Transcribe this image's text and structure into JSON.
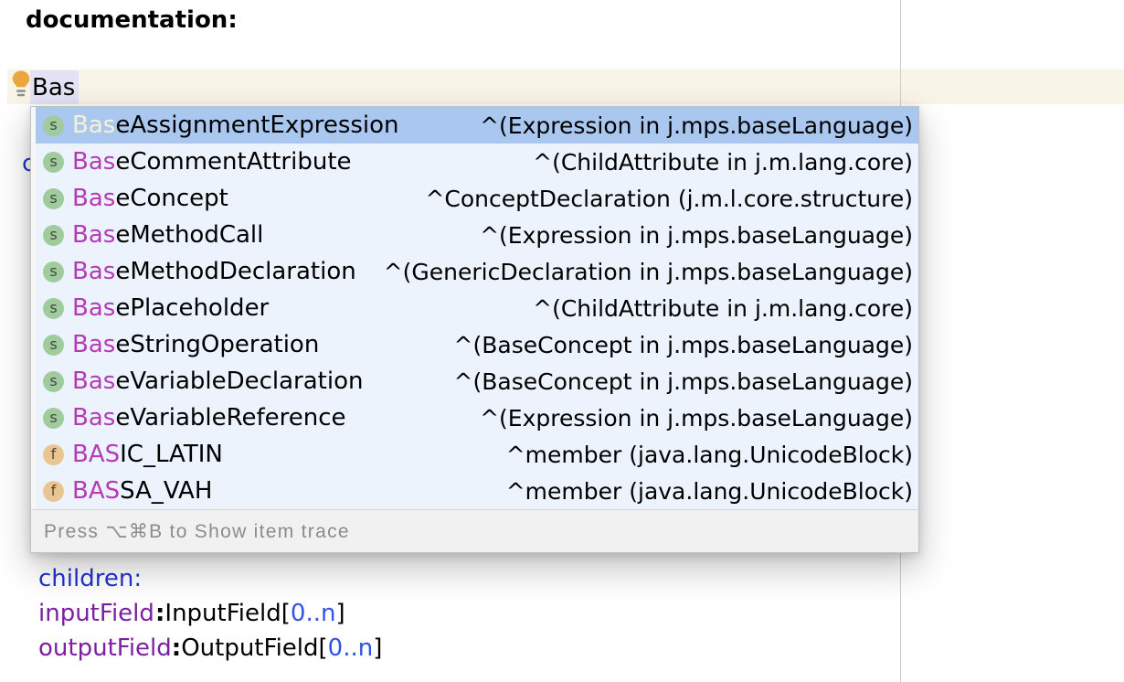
{
  "editor": {
    "documentation_label": "documentation:",
    "typed_text": "Bas",
    "bulb_icon": "lightbulb-icon",
    "occluded_text": "c",
    "children_label": "children:",
    "child_fields": [
      {
        "name": "inputField",
        "colon": ":",
        "type": "InputField",
        "open": "[",
        "cardinality": "0..n",
        "close": "]"
      },
      {
        "name": "outputField",
        "colon": ":",
        "type": "OutputField",
        "open": "[",
        "cardinality": "0..n",
        "close": "]"
      }
    ]
  },
  "popup": {
    "footer_hint": "Press ⌥⌘B to Show item trace",
    "items": [
      {
        "icon": "concept-icon",
        "glyph": "s",
        "prefix": "Bas",
        "rest": "eAssignmentExpression",
        "annotation": "^(Expression in j.mps.baseLanguage)",
        "selected": true
      },
      {
        "icon": "concept-icon",
        "glyph": "s",
        "prefix": "Bas",
        "rest": "eCommentAttribute",
        "annotation": "^(ChildAttribute in j.m.lang.core)",
        "selected": false
      },
      {
        "icon": "concept-icon",
        "glyph": "s",
        "prefix": "Bas",
        "rest": "eConcept",
        "annotation": "^ConceptDeclaration (j.m.l.core.structure)",
        "selected": false
      },
      {
        "icon": "concept-icon",
        "glyph": "s",
        "prefix": "Bas",
        "rest": "eMethodCall",
        "annotation": "^(Expression in j.mps.baseLanguage)",
        "selected": false
      },
      {
        "icon": "concept-icon",
        "glyph": "s",
        "prefix": "Bas",
        "rest": "eMethodDeclaration",
        "annotation": "^(GenericDeclaration in j.mps.baseLanguage)",
        "selected": false
      },
      {
        "icon": "concept-icon",
        "glyph": "s",
        "prefix": "Bas",
        "rest": "ePlaceholder",
        "annotation": "^(ChildAttribute in j.m.lang.core)",
        "selected": false
      },
      {
        "icon": "concept-icon",
        "glyph": "s",
        "prefix": "Bas",
        "rest": "eStringOperation",
        "annotation": "^(BaseConcept in j.mps.baseLanguage)",
        "selected": false
      },
      {
        "icon": "concept-icon",
        "glyph": "s",
        "prefix": "Bas",
        "rest": "eVariableDeclaration",
        "annotation": "^(BaseConcept in j.mps.baseLanguage)",
        "selected": false
      },
      {
        "icon": "concept-icon",
        "glyph": "s",
        "prefix": "Bas",
        "rest": "eVariableReference",
        "annotation": "^(Expression in j.mps.baseLanguage)",
        "selected": false
      },
      {
        "icon": "field-icon",
        "glyph": "f",
        "prefix": "BAS",
        "rest": "IC_LATIN",
        "annotation": "^member (java.lang.UnicodeBlock)",
        "selected": false
      },
      {
        "icon": "field-icon",
        "glyph": "f",
        "prefix": "BAS",
        "rest": "SA_VAH",
        "annotation": "^member (java.lang.UnicodeBlock)",
        "selected": false
      }
    ]
  },
  "colors": {
    "selected_row_bg": "#a9c7ef",
    "list_bg": "#ecf3fd",
    "matched_prefix": "#b43ab8",
    "matched_prefix_selected": "#f6f1d3",
    "concept_icon_bg": "#a0cb9c",
    "field_icon_bg": "#e8c692",
    "current_line_bg": "#f8f5e6",
    "typed_cell_bg": "#e3e2f6",
    "keyword_blue": "#2433cb",
    "cardinality_blue": "#2e55e2",
    "link_purple": "#7c1fa2",
    "footer_bg": "#f1f1f1",
    "footer_text": "#8c8c8c",
    "guide_line": "#cbcbcb"
  }
}
